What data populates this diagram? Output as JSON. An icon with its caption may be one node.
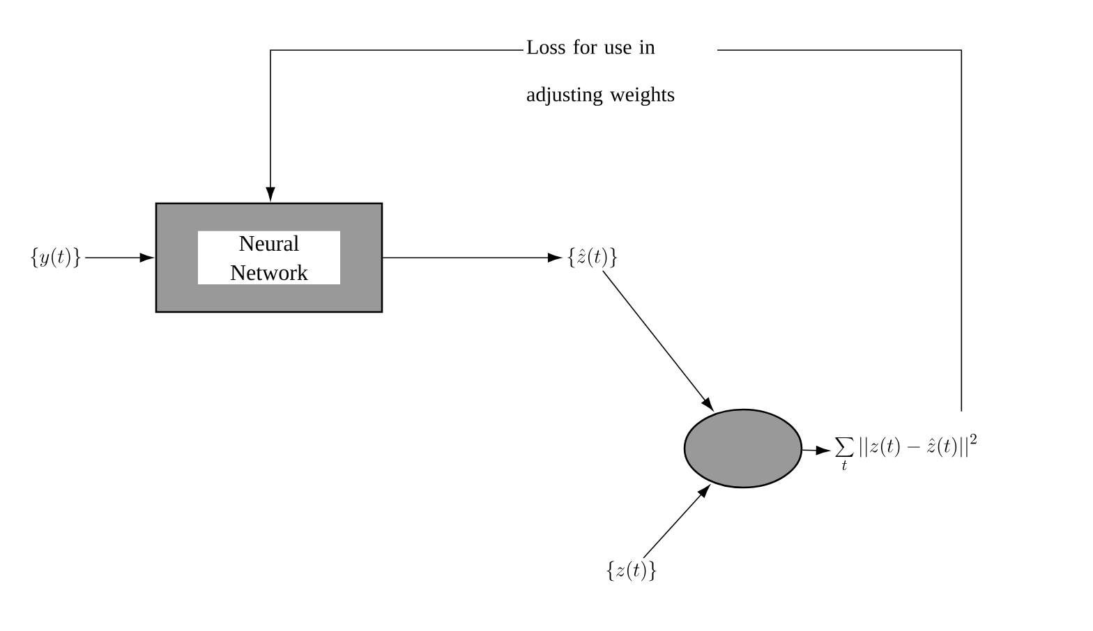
{
  "diagram": {
    "nodes": [
      {
        "text": [
          "\\{y(t)\\}"
        ]
      },
      {
        "text": [
          "Neural Network"
        ]
      },
      {
        "text": [
          "\\{\\hat{z}(t)\\}"
        ]
      },
      {
        "text": [],
        "shape": "ellipse"
      },
      {
        "text": [
          "\\sum_t ||z(t)-\\hat{z}(t)||^2"
        ]
      },
      {
        "text": [
          "\\{z(t)\\}"
        ]
      }
    ],
    "edges": [
      {
        "from": 0,
        "to": 1,
        "arrow": "to"
      },
      {
        "from": 1,
        "to": 2,
        "arrow": "to"
      },
      {
        "from": 2,
        "to": 3,
        "arrow": "to"
      },
      {
        "from": 5,
        "to": 3,
        "arrow": "to"
      },
      {
        "from": 3,
        "to": 4,
        "arrow": "to"
      },
      {
        "from": 4,
        "to": 1,
        "arrow": "to",
        "label": "Loss for use in adjusting weights"
      }
    ]
  }
}
